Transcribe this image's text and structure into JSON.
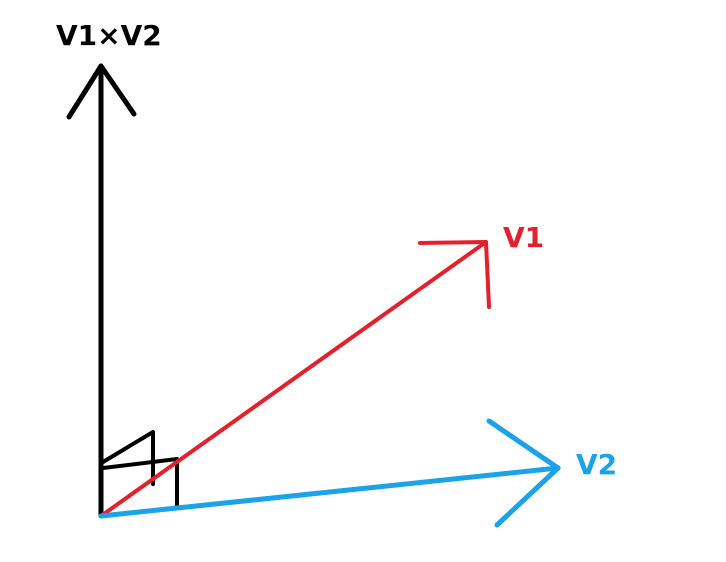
{
  "labels": {
    "cross": "V1×V2",
    "v1": "V1",
    "v2": "V2"
  },
  "colors": {
    "cross": "#000000",
    "v1": "#e4202c",
    "v2": "#1aa3e8",
    "background": "#ffffff"
  }
}
